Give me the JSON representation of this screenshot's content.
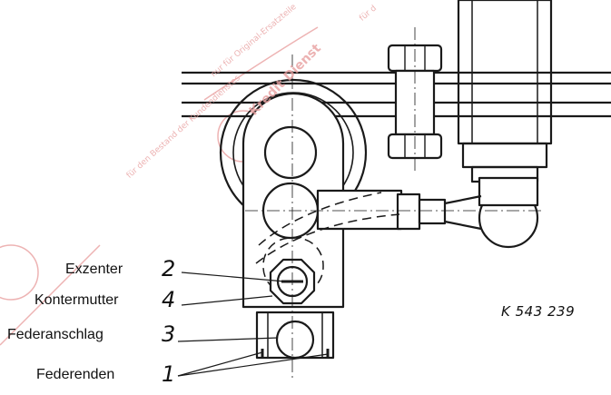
{
  "labels": [
    {
      "name": "Exzenter",
      "number": "2"
    },
    {
      "name": "Kontermutter",
      "number": "4"
    },
    {
      "name": "Federanschlag",
      "number": "3"
    },
    {
      "name": "Federenden",
      "number": "1"
    }
  ],
  "drawing_code": "K 543 239",
  "stamp_texts": {
    "main": "Kredit Dienst",
    "arc1": "für den Bestand der Kundendienstes",
    "arc2": "nur für Original-Ersatzteile",
    "corner": "für d"
  },
  "colors": {
    "line": "#1a1a1a",
    "stamp": "#e89a9a",
    "background": "#ffffff"
  }
}
